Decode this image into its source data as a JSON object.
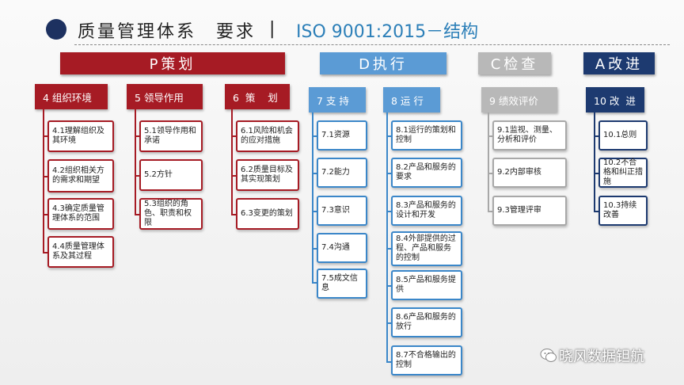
{
  "title": {
    "main": "质量管理体系　要求",
    "separator": "|",
    "iso": "ISO 9001:2015－结构"
  },
  "phases": {
    "p": "P策划",
    "d": "D执行",
    "c": "C检查",
    "a": "A改进"
  },
  "categories": {
    "c4": "4 组织环境",
    "c5": "5 领导作用",
    "c6": "6  策    划",
    "c7": "7 支 持",
    "c8": "8 运 行",
    "c9": "9 绩效评价",
    "c10": "10 改  进"
  },
  "items": {
    "c4": [
      "4.1理解组织及其环境",
      "4.2组织相关方的需求和期望",
      "4.3确定质量管理体系的范围",
      "4.4质量管理体系及其过程"
    ],
    "c5": [
      "5.1领导作用和承诺",
      "5.2方针",
      "5.3组织的角色、职责和权限"
    ],
    "c6": [
      "6.1风险和机会的应对措施",
      "6.2质量目标及其实现策划",
      "6.3变更的策划"
    ],
    "c7": [
      "7.1资源",
      "7.2能力",
      "7.3意识",
      "7.4沟通",
      "7.5成文信息"
    ],
    "c8": [
      "8.1运行的策划和控制",
      "8.2产品和服务的要求",
      "8.3产品和服务的设计和开发",
      "8.4外部提供的过程、产品和服务的控制",
      "8.5产品和服务提供",
      "8.6产品和服务的放行",
      "8.7不合格输出的控制"
    ],
    "c9": [
      "9.1监视、测量、分析和评价",
      "9.2内部审核",
      "9.3管理评审"
    ],
    "c10": [
      "10.1总则",
      "10.2不合格和纠正措施",
      "10.3持续改善"
    ]
  },
  "watermark": "晓风数据钽航",
  "colors": {
    "plan": "#a61b24",
    "do": "#3b87c9",
    "check": "#a8a8a8",
    "act": "#1d3a70"
  }
}
